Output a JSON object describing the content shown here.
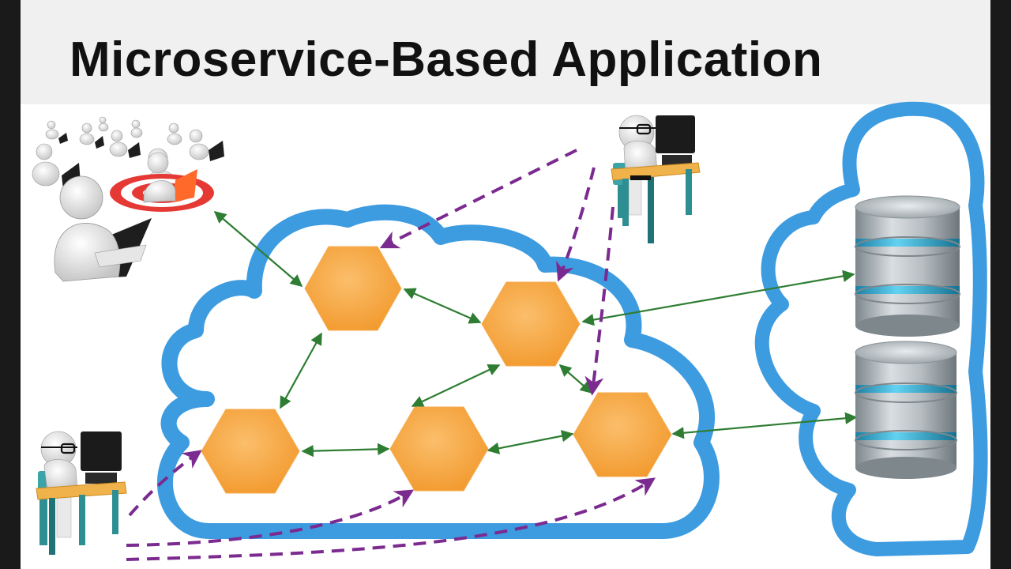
{
  "title": "Microservice-Based Application",
  "colors": {
    "cloud_outline": "#3d9be0",
    "service_fill": "#f7a541",
    "sync_arrow": "#2e7d32",
    "client_request": "#7b2b8f",
    "database_band": "#3ab0d8",
    "database_body": "#9aa3a8"
  },
  "nodes": {
    "clients": [
      "user-crowd",
      "developer-top",
      "developer-bottom"
    ],
    "services": [
      "service-1",
      "service-2",
      "service-3",
      "service-4",
      "service-5"
    ],
    "databases": [
      "database-1",
      "database-2"
    ]
  },
  "connections": {
    "green_bidirectional": [
      [
        "user-crowd",
        "service-1"
      ],
      [
        "service-1",
        "service-2"
      ],
      [
        "service-1",
        "service-3"
      ],
      [
        "service-2",
        "service-4"
      ],
      [
        "service-2",
        "service-5"
      ],
      [
        "service-3",
        "service-4"
      ],
      [
        "service-4",
        "service-5"
      ],
      [
        "service-2",
        "database-1"
      ],
      [
        "service-5",
        "database-2"
      ]
    ],
    "purple_dashed": [
      [
        "developer-top",
        "service-1"
      ],
      [
        "developer-top",
        "service-2"
      ],
      [
        "developer-top",
        "service-5"
      ],
      [
        "developer-bottom",
        "service-3"
      ],
      [
        "developer-bottom",
        "service-4"
      ],
      [
        "developer-bottom",
        "service-5"
      ]
    ]
  }
}
